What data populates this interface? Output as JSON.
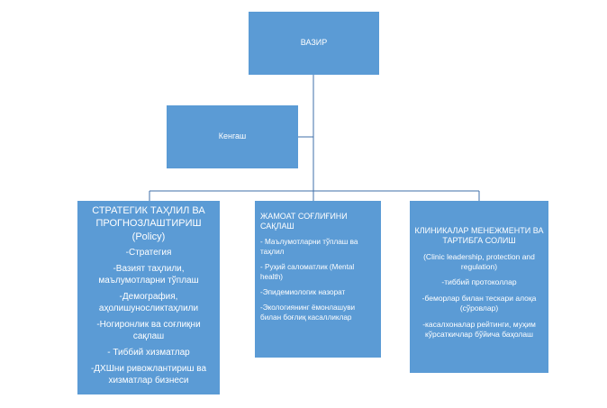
{
  "root": {
    "title": "ВАЗИР"
  },
  "council": {
    "title": "Кенгаш"
  },
  "columns": [
    {
      "title": "СТРАТЕГИК ТАҲЛИЛ ВА ПРОГНОЗЛАШТИРИШ (Policy)",
      "items": [
        "-Стратегия",
        "-Вазият таҳлили, маълумотларни тўплаш",
        "-Демография, аҳолишуносликтаҳлили",
        "-Ногиронлик ва соғлиқни сақлаш",
        "- Тиббий хизматлар",
        "-ДХШни ривожлантириш ва хизматлар бизнеси"
      ]
    },
    {
      "title": "ЖАМОАТ СОҒЛИҒИНИ САҚЛАШ",
      "items": [
        "- Маълумотларни тўплаш ва таҳлил",
        "- Руҳий саломатлик (Mental health)",
        "-Эпидемиологик назорат",
        "-Экологиянинг ёмонлашуви билан боғлиқ касалликлар"
      ]
    },
    {
      "title": "КЛИНИКАЛАР МЕНЕЖМЕНТИ ВА ТАРТИБГА СОЛИШ",
      "items": [
        "(Clinic leadership, protection and regulation)",
        "-тиббий протоколлар",
        "-беморлар билан тескари алоқа (сўровлар)",
        "-касалхоналар рейтинги, муҳим кўрсаткичлар бўйича баҳолаш"
      ]
    }
  ],
  "colors": {
    "box_fill": "#5b9bd5",
    "box_text": "#ffffff",
    "connector": "#3f6fa8"
  }
}
